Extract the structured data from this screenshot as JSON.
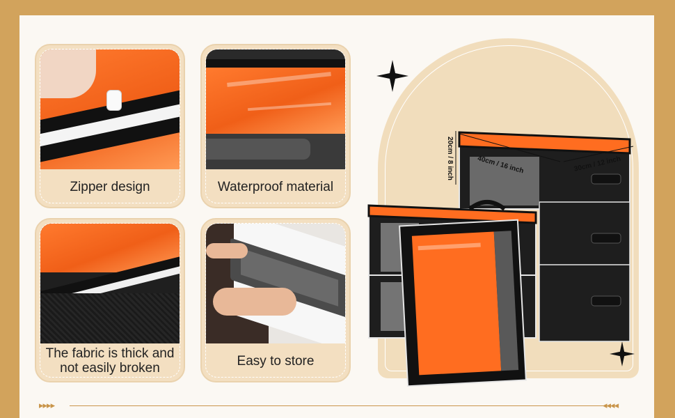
{
  "features": [
    {
      "caption": "Zipper design"
    },
    {
      "caption": "Waterproof material"
    },
    {
      "caption_line1": "The fabric is thick and",
      "caption_line2": "not easily broken"
    },
    {
      "caption": "Easy to store"
    }
  ],
  "dimensions": {
    "length": "40cm / 16 inch",
    "width": "30cm / 12 inch",
    "height": "20cm / 8 inch"
  },
  "footer": {
    "left_arrows": "▸▸▸▸",
    "right_arrows": "◂◂◂◂"
  },
  "colors": {
    "border": "#d2a35c",
    "card": "#f3dfc1",
    "orange": "#f05f18",
    "bag": "#1c1c1c"
  }
}
